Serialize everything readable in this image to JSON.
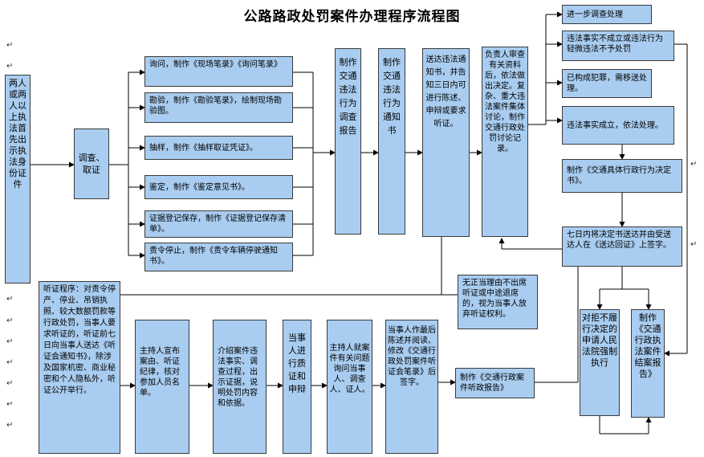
{
  "title": "公路路政处罚案件办理程序流程图",
  "nodes": {
    "start": "两人或两人以上执法首先出示执法身份证件",
    "investigate": "调查、取证",
    "inquiry": "询问，制作《现场笔录》《询问笔录》",
    "inspect": "勘验，制作《勘验笔录》，绘制现场勘验图。",
    "sample": "抽样，制作《抽样取证凭证》。",
    "appraise": "鉴定，制作《鉴定意见书》。",
    "preserve": "证据登记保存，制作《证据登记保存清单》。",
    "stop": "责令停止，制作《责令车辆停驶通知书》。",
    "report": "制作交通违法行为调查报告",
    "notice": "制作交通违法行为通知书",
    "deliver": "送达违法通知书，并告知三日内可进行陈述、申辩或要求听证。",
    "review": "负责人审查有关资料后，依法做出决定。复杂、重大违法案件集体讨论，制作交通行政处罚讨论记录。",
    "further": "进一步调查处理",
    "not_established": "违法事实不成立或违法行为轻微违法不予处罚",
    "crime": "已构成犯罪，需移送处理。",
    "established": "违法事实成立，依法处理。",
    "decision": "制作《交通具体行政行为决定书》。",
    "serve": "七日内将决定书送达并由受送达人在《送达回证》上签字。",
    "absent": "无正当理由不出席听证或中途退席的，视为当事人放弃听证权利。",
    "hearing": "听证程序：对责令停产、停业、吊销执照、较大数额罚款等行政处罚，当事人要求听证的，听证前七日向当事人送达《听证会通知书》，除涉及国家机密、商业秘密和个人隐私外，听证公开举行。",
    "host1": "主持人宣布案由、听证纪律，核对参加人员名单。",
    "intro": "介绍案件违法事实、调查过程，出示证据，说明处罚内容和依据。",
    "party": "当事人进行质证和申辩",
    "host2": "主持人就案件有关问题询问当事人、调查人、证人。",
    "final": "当事人作最后陈述并阅读、修改《交通行政处罚案件听证会笔录》后签字。",
    "hearing_report": "制作《交通行政案件听政报告》",
    "court": "对拒不履行决定的申请人民法院强制执行",
    "close_report": "制作《交通行政执法案件结案报告》"
  }
}
